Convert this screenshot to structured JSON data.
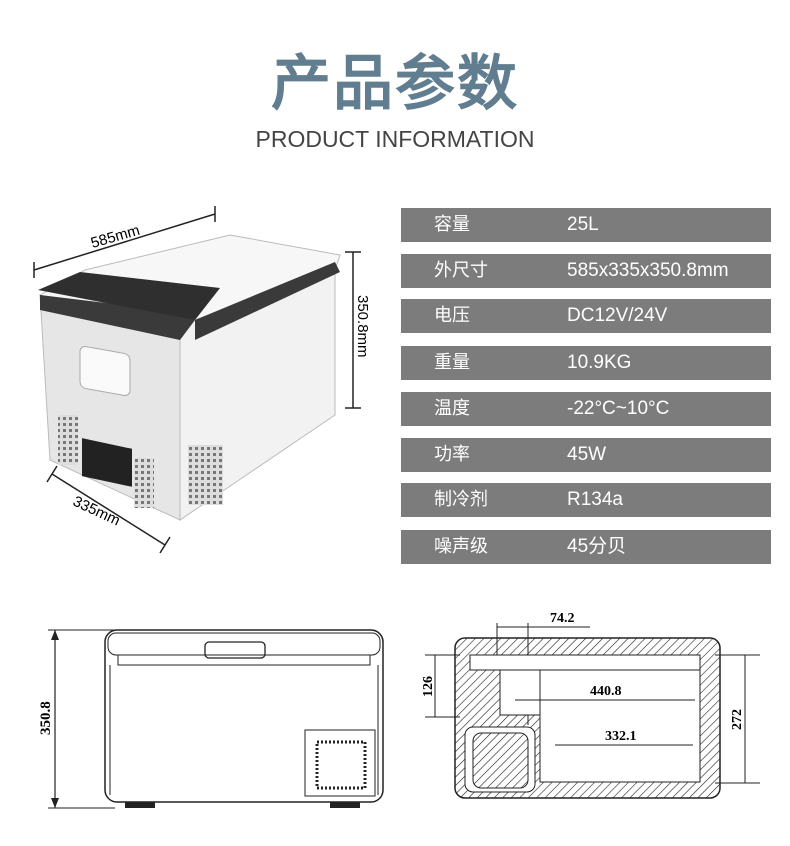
{
  "header": {
    "title": "产品参数",
    "subtitle": "PRODUCT INFORMATION"
  },
  "product_image": {
    "width_label": "585mm",
    "height_label": "350.8mm",
    "depth_label": "335mm"
  },
  "specs": [
    {
      "label": "容量",
      "value": "25L"
    },
    {
      "label": "外尺寸",
      "value": "585x335x350.8mm"
    },
    {
      "label": "电压",
      "value": "DC12V/24V"
    },
    {
      "label": "重量",
      "value": "10.9KG"
    },
    {
      "label": "温度",
      "value": "-22°C~10°C"
    },
    {
      "label": "功率",
      "value": "45W"
    },
    {
      "label": "制冷剂",
      "value": "R134a"
    },
    {
      "label": "噪声级",
      "value": "45分贝"
    }
  ],
  "front_drawing": {
    "height_label": "350.8"
  },
  "section_drawing": {
    "top_label": "74.2",
    "left_label": "126",
    "right_label": "272",
    "inner_upper_label": "440.8",
    "inner_lower_label": "332.1"
  }
}
